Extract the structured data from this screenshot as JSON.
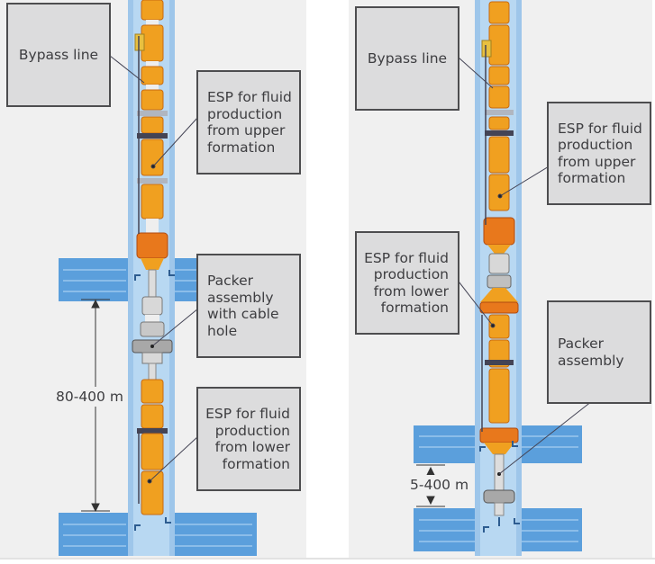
{
  "figure": {
    "left_panel": {
      "callouts": [
        {
          "id": "bypass-line",
          "lines": [
            "Bypass line"
          ]
        },
        {
          "id": "esp-upper",
          "lines": [
            "ESP for fluid",
            "production",
            "from upper",
            "formation"
          ]
        },
        {
          "id": "packer-cable-hole",
          "lines": [
            "Packer",
            "assembly",
            "with cable",
            "hole"
          ]
        },
        {
          "id": "esp-lower",
          "lines": [
            "ESP for fluid",
            "production",
            "from lower",
            "formation"
          ]
        }
      ],
      "dimension_label": "80-400 m"
    },
    "right_panel": {
      "callouts": [
        {
          "id": "bypass-line",
          "lines": [
            "Bypass line"
          ]
        },
        {
          "id": "esp-upper",
          "lines": [
            "ESP for fluid",
            "production",
            "from upper",
            "formation"
          ]
        },
        {
          "id": "esp-lower",
          "lines": [
            "ESP for fluid",
            "production",
            "from lower",
            "formation"
          ]
        },
        {
          "id": "packer",
          "lines": [
            "Packer",
            "assembly"
          ]
        }
      ],
      "dimension_label": "5-400 m"
    },
    "colors": {
      "background": "#f0f0f0",
      "callout_fill": "#dcdcdd",
      "callout_border": "#4d4d4f",
      "wellbore_outer": "#9ec6ea",
      "wellbore_inner": "#b8d8f2",
      "formation_water": "#5b9fdc",
      "esp_orange": "#f0a020",
      "esp_dark_orange": "#e06a1a",
      "packer_gray": "#c8c8c8"
    }
  }
}
